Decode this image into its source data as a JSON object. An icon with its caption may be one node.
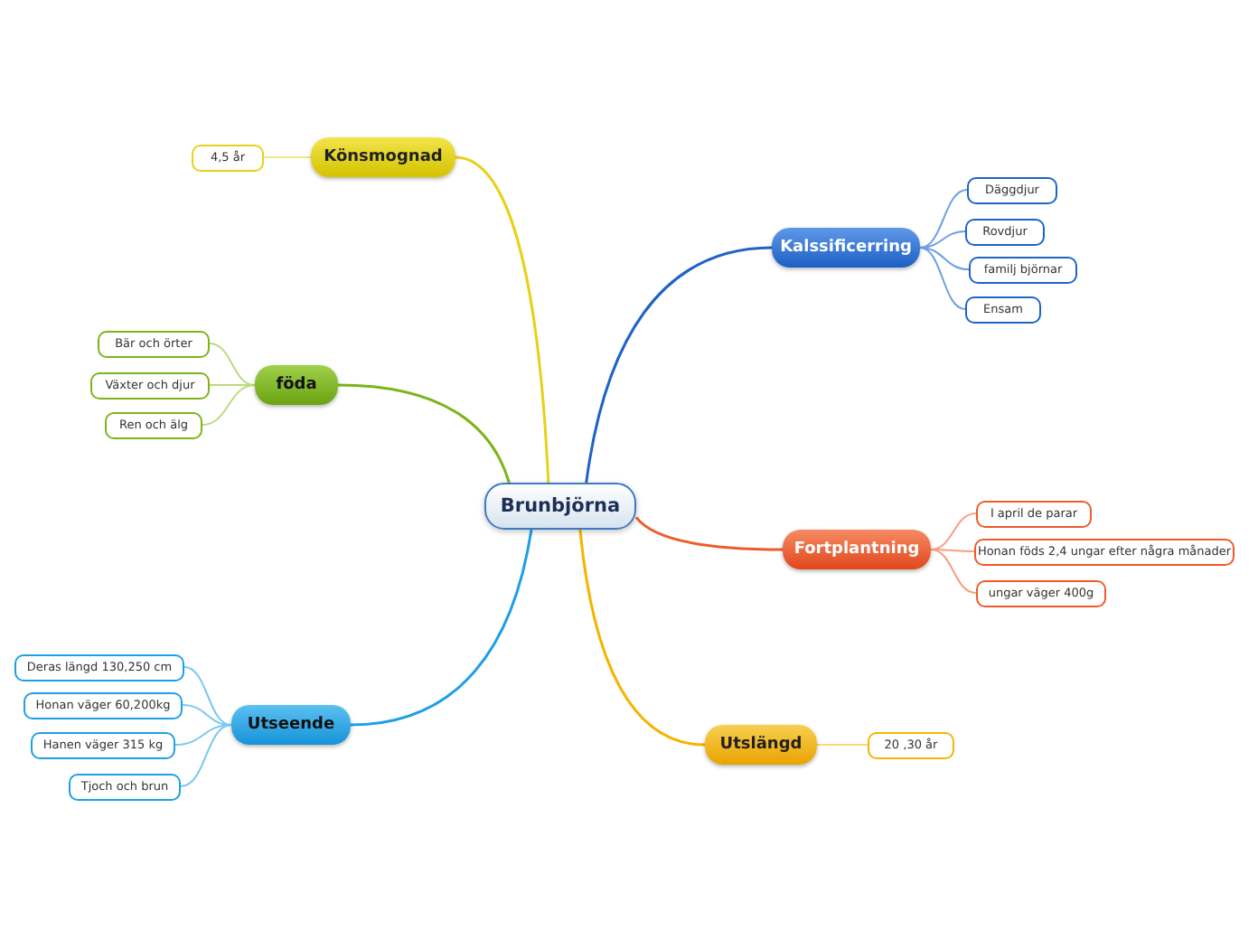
{
  "diagram": {
    "nodes": [
      {
        "text": [
          "Brunbjörna"
        ]
      },
      {
        "text": [
          "Kalssificerring"
        ]
      },
      {
        "text": [
          "Däggdjur"
        ]
      },
      {
        "text": [
          "Rovdjur"
        ]
      },
      {
        "text": [
          "familj björnar"
        ]
      },
      {
        "text": [
          "Ensam"
        ]
      },
      {
        "text": [
          "Fortplantning"
        ]
      },
      {
        "text": [
          "I april de parar"
        ]
      },
      {
        "text": [
          "Honan föds 2,4 ungar efter några månader"
        ]
      },
      {
        "text": [
          "ungar väger 400g"
        ]
      },
      {
        "text": [
          "Utslängd"
        ]
      },
      {
        "text": [
          "20 ,30 år"
        ]
      },
      {
        "text": [
          "Utseende"
        ]
      },
      {
        "text": [
          "Deras längd 130,250 cm"
        ]
      },
      {
        "text": [
          "Honan väger 60,200kg"
        ]
      },
      {
        "text": [
          "Hanen väger 315 kg"
        ]
      },
      {
        "text": [
          "Tjoch och brun"
        ]
      },
      {
        "text": [
          "föda"
        ]
      },
      {
        "text": [
          "Bär och örter"
        ]
      },
      {
        "text": [
          "Växter och djur"
        ]
      },
      {
        "text": [
          "Ren och älg"
        ]
      },
      {
        "text": [
          "Könsmognad"
        ]
      },
      {
        "text": [
          "4,5 år"
        ]
      }
    ],
    "edges": [
      {
        "from": 0,
        "to": 1,
        "arrow": "none",
        "color": "#1f63c7"
      },
      {
        "from": 1,
        "to": 2,
        "arrow": "none",
        "color": "#6f9fe6"
      },
      {
        "from": 1,
        "to": 3,
        "arrow": "none",
        "color": "#6f9fe6"
      },
      {
        "from": 1,
        "to": 4,
        "arrow": "none",
        "color": "#6f9fe6"
      },
      {
        "from": 1,
        "to": 5,
        "arrow": "none",
        "color": "#6f9fe6"
      },
      {
        "from": 0,
        "to": 6,
        "arrow": "none",
        "color": "#f05a28"
      },
      {
        "from": 6,
        "to": 7,
        "arrow": "none",
        "color": "#f5a083"
      },
      {
        "from": 6,
        "to": 8,
        "arrow": "none",
        "color": "#f5a083"
      },
      {
        "from": 6,
        "to": 9,
        "arrow": "none",
        "color": "#f5a083"
      },
      {
        "from": 0,
        "to": 10,
        "arrow": "none",
        "color": "#f5b400"
      },
      {
        "from": 10,
        "to": 11,
        "arrow": "none",
        "color": "#f9d880"
      },
      {
        "from": 0,
        "to": 12,
        "arrow": "none",
        "color": "#1e9fe6"
      },
      {
        "from": 12,
        "to": 13,
        "arrow": "none",
        "color": "#7cc8f0"
      },
      {
        "from": 12,
        "to": 14,
        "arrow": "none",
        "color": "#7cc8f0"
      },
      {
        "from": 12,
        "to": 15,
        "arrow": "none",
        "color": "#7cc8f0"
      },
      {
        "from": 12,
        "to": 16,
        "arrow": "none",
        "color": "#7cc8f0"
      },
      {
        "from": 0,
        "to": 17,
        "arrow": "none",
        "color": "#7cb518"
      },
      {
        "from": 17,
        "to": 18,
        "arrow": "none",
        "color": "#b9da7e"
      },
      {
        "from": 17,
        "to": 19,
        "arrow": "none",
        "color": "#b9da7e"
      },
      {
        "from": 17,
        "to": 20,
        "arrow": "none",
        "color": "#b9da7e"
      },
      {
        "from": 0,
        "to": 21,
        "arrow": "none",
        "color": "#e6d21a"
      },
      {
        "from": 21,
        "to": 22,
        "arrow": "none",
        "color": "#f0e58a"
      }
    ]
  }
}
